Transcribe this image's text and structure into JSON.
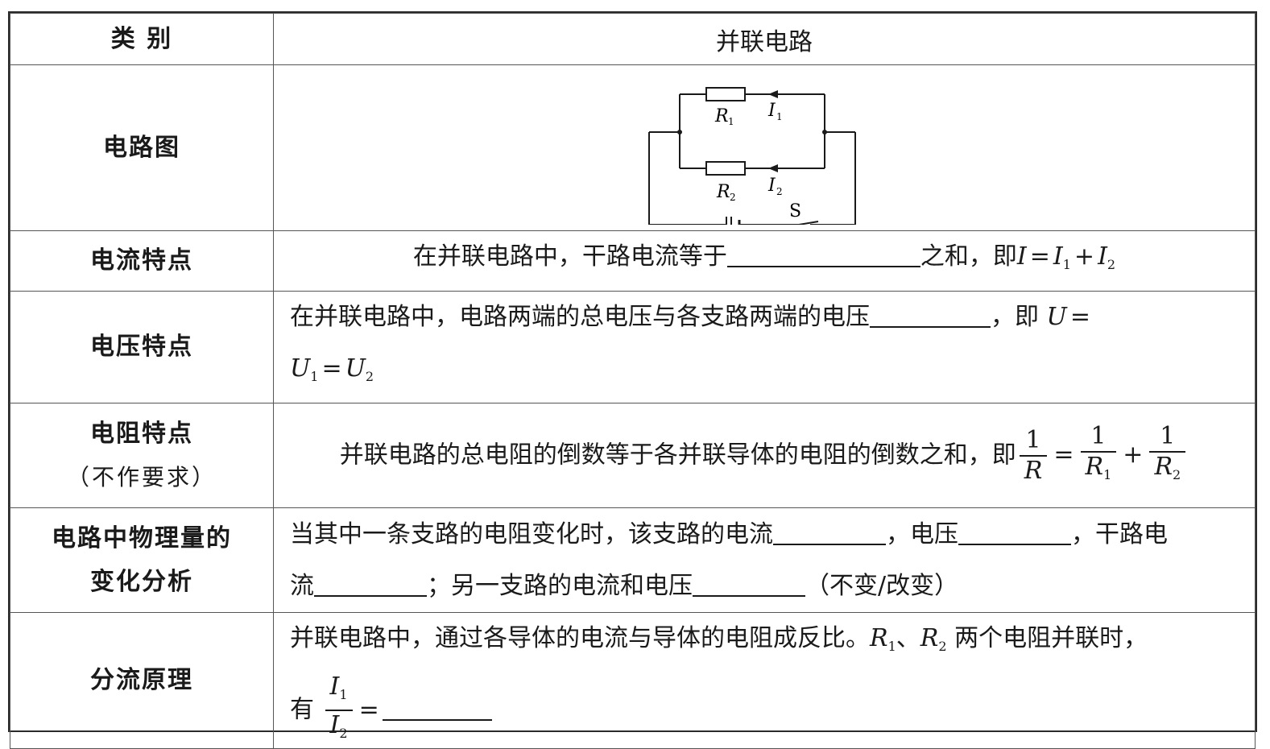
{
  "header": {
    "category": "类 别",
    "title": "并联电路"
  },
  "rows": {
    "circuit": {
      "label": "电路图",
      "r1": "R",
      "r1_sub": "1",
      "i1": "I",
      "i1_sub": "1",
      "r2": "R",
      "r2_sub": "2",
      "i2": "I",
      "i2_sub": "2",
      "switch": "S"
    },
    "current": {
      "label": "电流特点",
      "text_a": "在并联电路中，干路电流等于",
      "text_b": "之和，即",
      "i": "I",
      "eq": "=",
      "i1": "I",
      "i1_sub": "1",
      "plus": "+",
      "i2": "I",
      "i2_sub": "2"
    },
    "voltage": {
      "label": "电压特点",
      "text_a": "在并联电路中，电路两端的总电压与各支路两端的电压",
      "text_b": "，即",
      "u": "U",
      "eq1": "=",
      "u1": "U",
      "u1_sub": "1",
      "eq2": "=",
      "u2": "U",
      "u2_sub": "2"
    },
    "resistance": {
      "label": "电阻特点",
      "label_sub": "（不作要求）",
      "text": "并联电路的总电阻的倒数等于各并联导体的电阻的倒数之和，即",
      "one": "1",
      "r": "R",
      "eq": "=",
      "r1": "R",
      "r1_sub": "1",
      "plus": "+",
      "r2": "R",
      "r2_sub": "2"
    },
    "change": {
      "label_line1": "电路中物理量的",
      "label_line2": "变化分析",
      "text_a": "当其中一条支路的电阻变化时，该支路的电流",
      "text_b": "，电压",
      "text_c": "，干路电",
      "text_d": "流",
      "text_e": "；另一支路的电流和电压",
      "text_f": "（不变/改变）"
    },
    "divide": {
      "label": "分流原理",
      "text_a": "并联电路中，通过各导体的电流与导体的电阻成反比。",
      "r1": "R",
      "r1_sub": "1",
      "sep": "、",
      "r2": "R",
      "r2_sub": "2",
      "text_b": "两个电阻并联时，",
      "have": "有",
      "i1": "I",
      "i1_sub": "1",
      "i2": "I",
      "i2_sub": "2",
      "eq": "="
    }
  }
}
